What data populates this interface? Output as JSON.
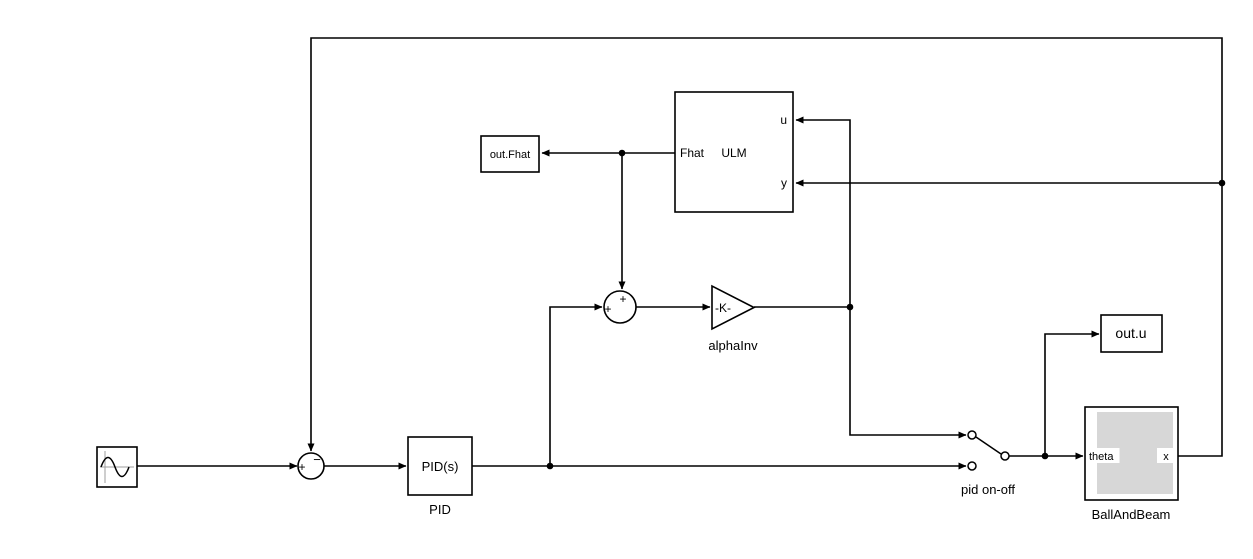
{
  "canvas": {
    "background": "#ffffff",
    "wire_color": "#000000",
    "block_fill": "#ffffff",
    "block_stroke": "#000000",
    "icon_fill": "#d7d7d7"
  },
  "blocks": {
    "sum_error": {
      "sign_feedback": "−",
      "sign_input": "+"
    },
    "pid": {
      "text": "PID(s)",
      "label": "PID"
    },
    "sum_ff": {
      "sign_top": "+",
      "sign_left": "+"
    },
    "gain": {
      "text": "-K-",
      "label": "alphaInv"
    },
    "ulm": {
      "port_out": "Fhat",
      "name": "ULM",
      "port_u": "u",
      "port_y": "y"
    },
    "out_fhat": {
      "text": "out.Fhat"
    },
    "out_u": {
      "text": "out.u"
    },
    "switch": {
      "label": "pid on-off"
    },
    "ballandbeam": {
      "port_in": "theta",
      "port_out": "x",
      "label": "BallAndBeam"
    }
  }
}
